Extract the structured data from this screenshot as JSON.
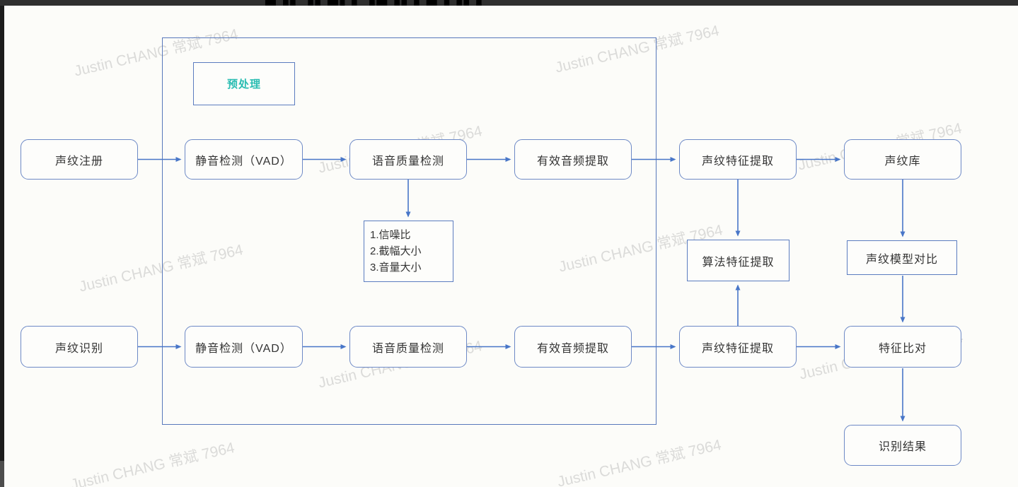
{
  "top_bar": {
    "clipped_text": "▙▚▛▜▞▙▌▛▚▙▜▞▛▙▚▜▛▞"
  },
  "watermark": {
    "text": "Justin CHANG 常斌 7964"
  },
  "colors": {
    "arrow_blue": "#4876c8",
    "rounded_box_border": "#6d89c6",
    "sharp_box_border": "#5b7cc0",
    "group_border": "#5878bb",
    "preprocess_teal": "#2abdb2",
    "top_bar_bg": "#2f2f2f"
  },
  "diagram": {
    "group_label": "预处理",
    "nodes": {
      "reg": "声纹注册",
      "vad1": "静音检测（VAD）",
      "quality1": "语音质量检测",
      "extract1": "有效音频提取",
      "feat1": "声纹特征提取",
      "lib": "声纹库",
      "algo": "算法特征提取",
      "model_cmp": "声纹模型对比",
      "rec": "声纹识别",
      "vad2": "静音检测（VAD）",
      "quality2": "语音质量检测",
      "extract2": "有效音频提取",
      "feat2": "声纹特征提取",
      "feat_cmp": "特征比对",
      "result": "识别结果"
    },
    "detail": {
      "lines": [
        "1.信噪比",
        "2.截幅大小",
        "3.音量大小"
      ]
    },
    "edges": [
      {
        "from": "声纹注册",
        "to": "静音检测（VAD）"
      },
      {
        "from": "静音检测（VAD）",
        "to": "语音质量检测"
      },
      {
        "from": "语音质量检测",
        "to": "有效音频提取"
      },
      {
        "from": "语音质量检测",
        "to": "1.信噪比 2.截幅大小 3.音量大小"
      },
      {
        "from": "有效音频提取",
        "to": "声纹特征提取"
      },
      {
        "from": "声纹特征提取",
        "to": "声纹库"
      },
      {
        "from": "声纹特征提取",
        "to": "算法特征提取"
      },
      {
        "from": "声纹库",
        "to": "声纹模型对比"
      },
      {
        "from": "声纹模型对比",
        "to": "特征比对"
      },
      {
        "from": "声纹识别",
        "to": "静音检测（VAD）"
      },
      {
        "from": "静音检测（VAD）",
        "to": "语音质量检测"
      },
      {
        "from": "语音质量检测",
        "to": "有效音频提取"
      },
      {
        "from": "有效音频提取",
        "to": "声纹特征提取"
      },
      {
        "from": "声纹特征提取(识别)",
        "to": "算法特征提取"
      },
      {
        "from": "声纹特征提取(识别)",
        "to": "特征比对"
      },
      {
        "from": "特征比对",
        "to": "识别结果"
      }
    ]
  }
}
